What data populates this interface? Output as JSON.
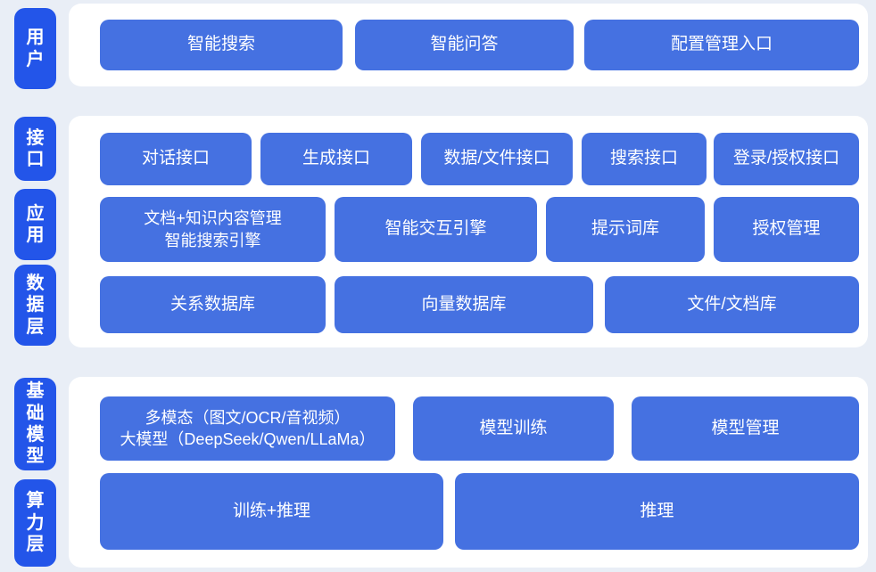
{
  "palette": {
    "page_bg": "#e9eef6",
    "panel_white": "#ffffff",
    "pill_blue": "#2355e9",
    "box_blue": "#4571e1",
    "text_white": "#ffffff"
  },
  "rail": {
    "user": "用户",
    "interface": "接口",
    "application": "应用",
    "data_layer": "数据层",
    "base_model": "基础模型",
    "compute_layer": "算力层"
  },
  "user_row": {
    "items": [
      "智能搜索",
      "智能问答",
      "配置管理入口"
    ]
  },
  "interface_row": {
    "items": [
      "对话接口",
      "生成接口",
      "数据/文件接口",
      "搜索接口",
      "登录/授权接口"
    ]
  },
  "application_row": {
    "items": [
      {
        "line1": "文档+知识内容管理",
        "line2": "智能搜索引擎"
      },
      "智能交互引擎",
      "提示词库",
      "授权管理"
    ]
  },
  "data_row": {
    "items": [
      "关系数据库",
      "向量数据库",
      "文件/文档库"
    ]
  },
  "model_row": {
    "items": [
      {
        "line1": "多模态（图文/OCR/音视频）",
        "line2": "大模型（DeepSeek/Qwen/LLaMa）"
      },
      "模型训练",
      "模型管理"
    ]
  },
  "compute_row": {
    "items": [
      "训练+推理",
      "推理"
    ]
  }
}
